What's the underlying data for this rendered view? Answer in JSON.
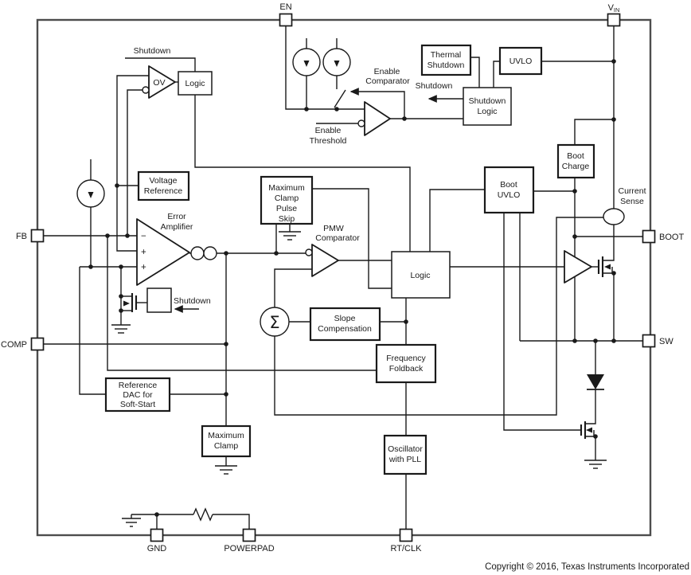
{
  "pins": {
    "en": "EN",
    "vin": "V",
    "vin_sub": "IN",
    "fb": "FB",
    "comp": "COMP",
    "boot": "BOOT",
    "sw": "SW",
    "gnd": "GND",
    "powerpad": "POWERPAD",
    "rt_clk": "RT/CLK"
  },
  "blocks": {
    "ov_logic": [
      "Logic"
    ],
    "thermal_shutdown": [
      "Thermal",
      "Shutdown"
    ],
    "uvlo": [
      "UVLO"
    ],
    "shutdown_logic": [
      "Shutdown",
      "Logic"
    ],
    "voltage_reference": [
      "Voltage",
      "Reference"
    ],
    "maximum_clamp_pulse_skip": [
      "Maximum",
      "Clamp",
      "Pulse",
      "Skip"
    ],
    "logic": [
      "Logic"
    ],
    "slope_compensation": [
      "Slope",
      "Compensation"
    ],
    "frequency_foldback": [
      "Frequency",
      "Foldback"
    ],
    "reference_dac": [
      "Reference",
      "DAC for",
      "Soft-Start"
    ],
    "maximum_clamp": [
      "Maximum",
      "Clamp"
    ],
    "oscillator": [
      "Oscillator",
      "with PLL"
    ],
    "boot_charge": [
      "Boot",
      "Charge"
    ],
    "boot_uvlo": [
      "Boot",
      "UVLO"
    ]
  },
  "labels": {
    "shutdown_top": "Shutdown",
    "ov": "OV",
    "enable_comparator": [
      "Enable",
      "Comparator"
    ],
    "enable_threshold": [
      "Enable",
      "Threshold"
    ],
    "shutdown_signal": "Shutdown",
    "error_amplifier": [
      "Error",
      "Amplifier"
    ],
    "ea_shutdown": "Shutdown",
    "pmw_comparator": [
      "PMW",
      "Comparator"
    ],
    "current_sense": [
      "Current",
      "Sense"
    ],
    "sigma": "Σ",
    "ea_minus": "−",
    "ea_plus1": "+",
    "ea_plus2": "+"
  },
  "footer": {
    "copyright": "Copyright © 2016, Texas Instruments Incorporated"
  },
  "colors": {
    "wire": "#1a1a1a",
    "chip_border": "#4d4d4d",
    "background": "#ffffff"
  }
}
